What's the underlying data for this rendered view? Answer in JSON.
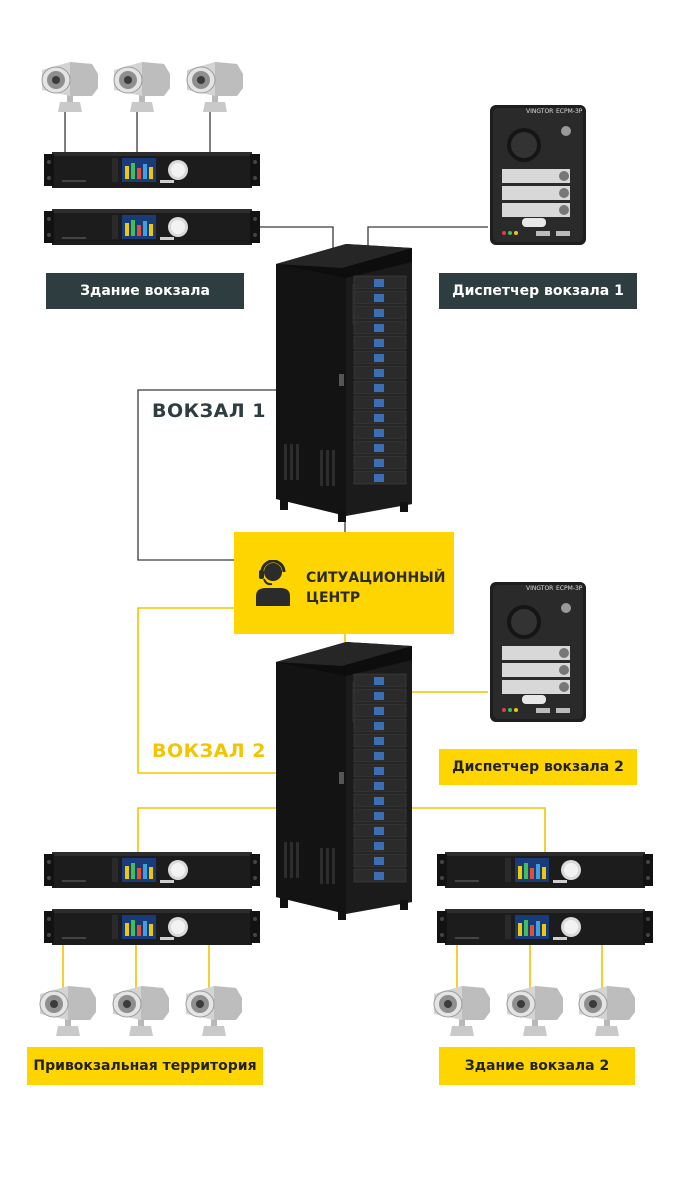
{
  "sites": {
    "station1_title": "ВОКЗАЛ 1",
    "station2_title": "ВОКЗАЛ 2"
  },
  "labels": {
    "building1": "Здание вокзала",
    "dispatcher1": "Диспетчер вокзала 1",
    "dispatcher2": "Диспетчер вокзала 2",
    "territory": "Привокзальная территория",
    "building2": "Здание вокзала 2"
  },
  "center": {
    "line1": "СИТУАЦИОННЫЙ",
    "line2": "ЦЕНТР",
    "icon": "operator-headset-icon"
  },
  "device_text": {
    "brand": "VINGTOR",
    "panel_model": "ECPM-3P"
  },
  "colors": {
    "dark_label": "#2e3d3f",
    "accent_yellow": "#ffd500",
    "cable_dark": "#3a3a3a",
    "cable_yellow": "#f2c500"
  }
}
